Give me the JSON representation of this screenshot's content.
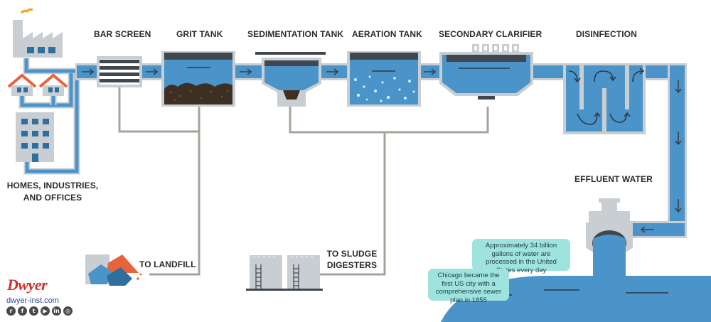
{
  "labels": {
    "bar_screen": "BAR SCREEN",
    "grit_tank": "GRIT TANK",
    "sedimentation_tank": "SEDIMENTATION TANK",
    "aeration_tank": "AERATION TANK",
    "secondary_clarifier": "SECONDARY CLARIFIER",
    "disinfection": "DISINFECTION",
    "homes_line1": "HOMES, INDUSTRIES,",
    "homes_line2": "AND OFFICES",
    "effluent_water": "EFFLUENT WATER",
    "to_landfill": "TO LANDFILL",
    "sludge_line1": "TO SLUDGE",
    "sludge_line2": "DIGESTERS"
  },
  "facts": {
    "fact1": "Approximately 34 billion gallons of water are processed in the United States every day",
    "fact2": "Chicago became the first US city with a comprehensive sewer plan in 1855"
  },
  "brand": {
    "logo": "Dwyer",
    "url": "dwyer-inst.com",
    "social_icons": [
      "rss-icon",
      "facebook-icon",
      "twitter-icon",
      "youtube-icon",
      "linkedin-icon",
      "instagram-icon"
    ]
  },
  "colors": {
    "water": "#4b94c9",
    "pipe_outline": "#c9ced3",
    "tank_dark": "#40474f",
    "sludge_line": "#a9a29a",
    "fact_bg": "#9fe3dd",
    "brand_red": "#d52b2b"
  }
}
